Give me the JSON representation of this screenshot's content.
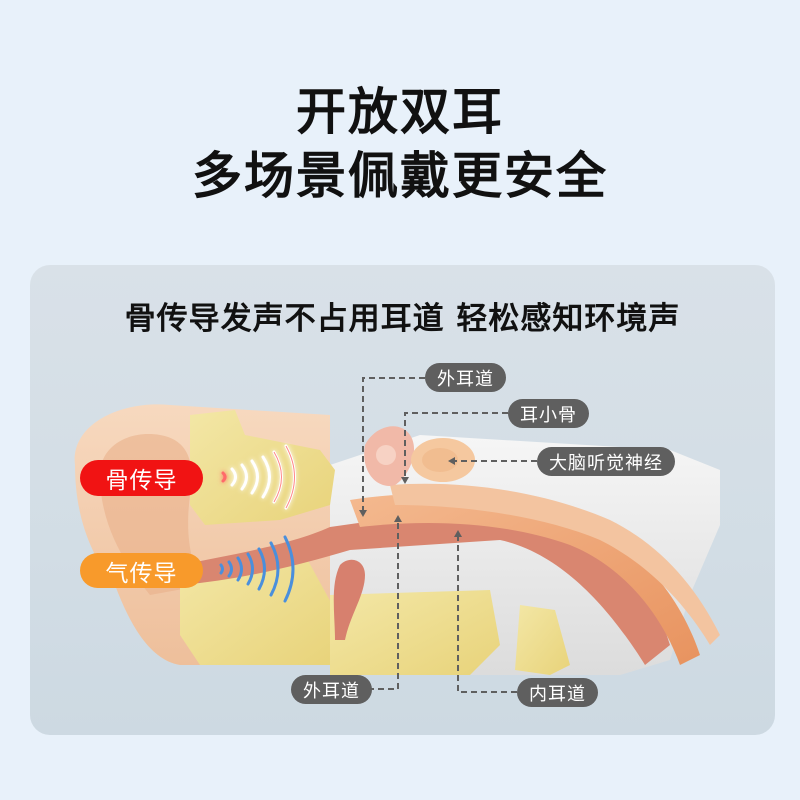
{
  "headline": {
    "line1": "开放双耳",
    "line2": "多场景佩戴更安全"
  },
  "card": {
    "subtitle": "骨传导发声不占用耳道 轻松感知环境声",
    "conduction_labels": {
      "bone": "骨传导",
      "air": "气传导"
    },
    "anatomy_labels": {
      "outer_ear_canal_top": "外耳道",
      "ossicles": "耳小骨",
      "auditory_nerve": "大脑听觉神经",
      "outer_ear_canal_bottom": "外耳道",
      "inner_ear_canal": "内耳道"
    }
  },
  "colors": {
    "page_bg": "#e8f1fa",
    "card_bg": "#d4dde5",
    "bone_pill": "#f11313",
    "air_pill": "#f89a2b",
    "label_pill": "#5f5f5f",
    "bone_wave": "#ff5050",
    "air_wave": "#4a8fdc"
  }
}
